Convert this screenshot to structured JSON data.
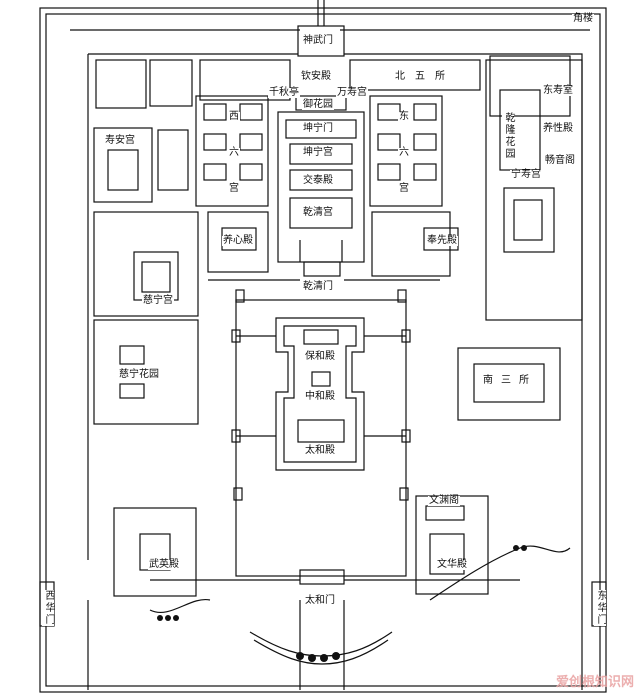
{
  "labels": {
    "jiaolou": "角楼",
    "shenwumen": "神武门",
    "qinandian": "钦安殿",
    "beiwusuo": "北五所",
    "qianqiuting": "千秋亭",
    "wanshougong": "万寿宫",
    "yuhuayuan": "御花园",
    "shouangong": "寿安宫",
    "xi": "西",
    "liu_w": "六",
    "gong_w": "宫",
    "dong": "东",
    "liu_e": "六",
    "gong_e": "宫",
    "kunningmen": "坤宁门",
    "kunninggong": "坤宁宫",
    "jiaotaidian": "交泰殿",
    "qianqinggong": "乾清宫",
    "dongshoushi": "东寿室",
    "yangxingdian": "养性殿",
    "qianlonghuayuan": "乾隆花园",
    "changyinge": "畅音阁",
    "ningshougong": "宁寿宫",
    "yangxindian": "养心殿",
    "fengxiandian": "奉先殿",
    "cininggong": "慈宁宫",
    "qianqingmen": "乾清门",
    "baohedian": "保和殿",
    "cininghuayuan": "慈宁花园",
    "zhonghedian": "中和殿",
    "nansansuo": "南三所",
    "taihedian": "太和殿",
    "wenyuange": "文渊阁",
    "wuyingdian": "武英殿",
    "wenhuadian": "文华殿",
    "xihuamen": "西华门",
    "donghuamen": "东华门",
    "taihemen": "太和门"
  },
  "watermark": "爱创根知识网"
}
